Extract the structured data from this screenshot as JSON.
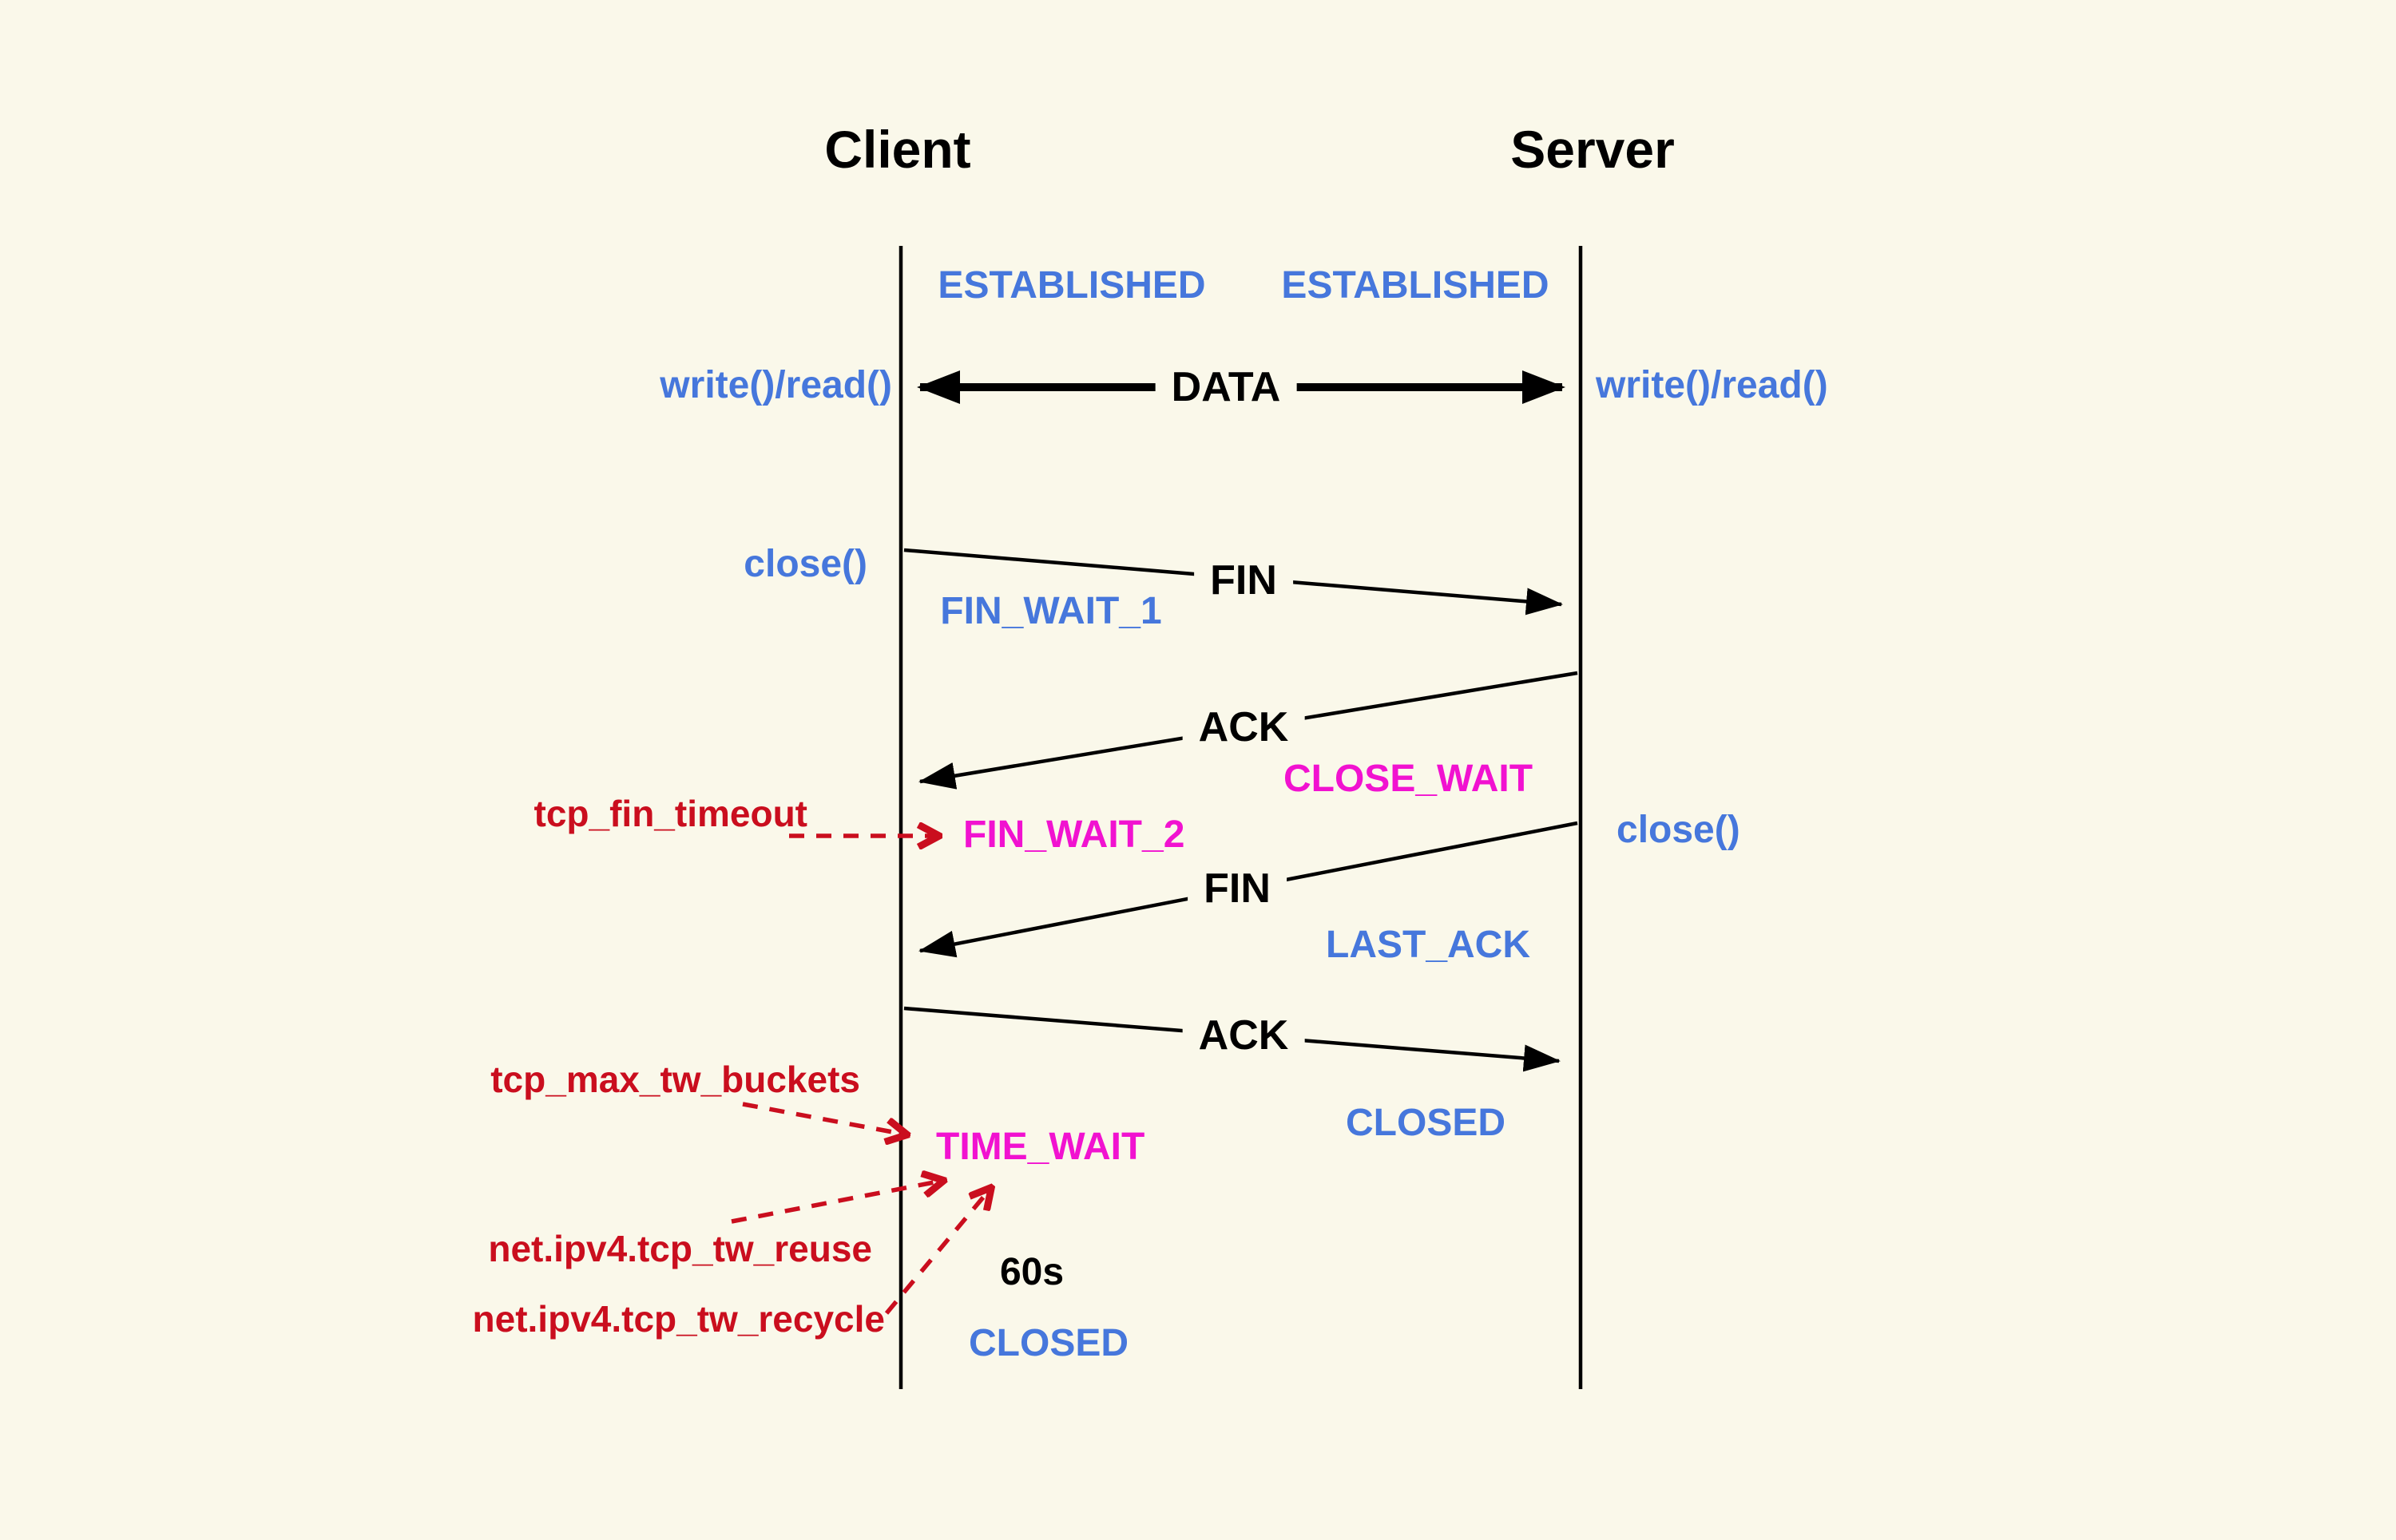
{
  "columns": {
    "client": "Client",
    "server": "Server"
  },
  "states": {
    "established_left": "ESTABLISHED",
    "established_right": "ESTABLISHED",
    "fin_wait_1": "FIN_WAIT_1",
    "close_wait": "CLOSE_WAIT",
    "fin_wait_2": "FIN_WAIT_2",
    "last_ack": "LAST_ACK",
    "time_wait": "TIME_WAIT",
    "closed_server": "CLOSED",
    "closed_client": "CLOSED"
  },
  "messages": {
    "data": "DATA",
    "fin_1": "FIN",
    "ack_1": "ACK",
    "fin_2": "FIN",
    "ack_2": "ACK"
  },
  "calls": {
    "write_read_left": "write()/read()",
    "write_read_right": "write()/read()",
    "close_left": "close()",
    "close_right": "close()"
  },
  "sysctls": {
    "tcp_fin_timeout": "tcp_fin_timeout",
    "tcp_max_tw_buckets": "tcp_max_tw_buckets",
    "tcp_tw_reuse": "net.ipv4.tcp_tw_reuse",
    "tcp_tw_recycle": "net.ipv4.tcp_tw_recycle"
  },
  "timer": {
    "time_wait_duration": "60s"
  },
  "colors": {
    "background": "#FAF8EA",
    "blue": "#4677DC",
    "magenta": "#F112D0",
    "red": "#CA0E1E",
    "black": "#000000"
  }
}
